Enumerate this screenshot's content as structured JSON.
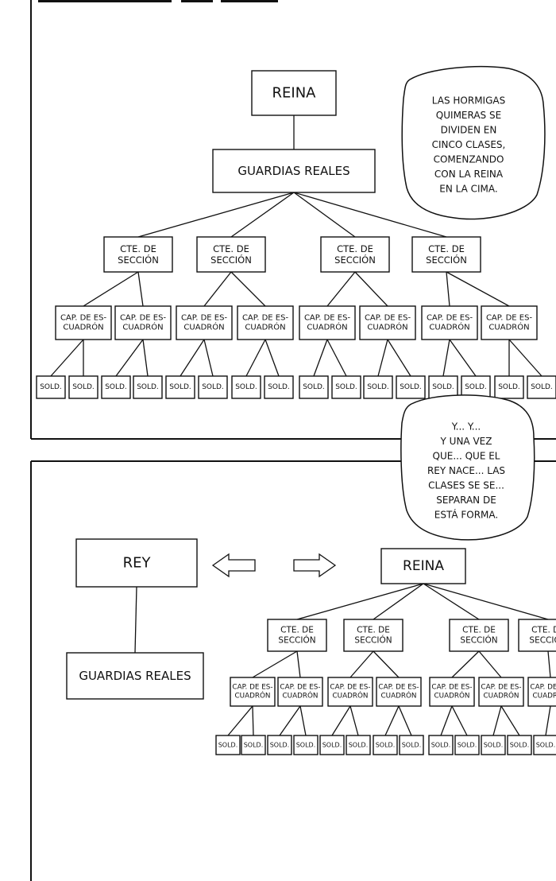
{
  "labels": {
    "reina": "REINA",
    "rey": "REY",
    "guardias": "GUARDIAS REALES",
    "cte": [
      "CTE. DE",
      "SECCIÓN"
    ],
    "cap": [
      "CAP. DE ES-",
      "CUADRÓN"
    ],
    "sold": "SOLD."
  },
  "bubbles": {
    "top": [
      "LAS HORMIGAS",
      "QUIMERAS SE",
      "DIVIDEN EN",
      "CINCO CLASES,",
      "COMENZANDO",
      "CON LA REINA",
      "EN LA CIMA."
    ],
    "middle": [
      "Y... Y...",
      "Y UNA VEZ",
      "QUE... QUE EL",
      "REY NACE... LAS",
      "CLASES SE SE...",
      "SEPARAN DE",
      "ESTÁ FORMA."
    ]
  },
  "colors": {
    "ink": "#111111",
    "paper": "#ffffff"
  }
}
